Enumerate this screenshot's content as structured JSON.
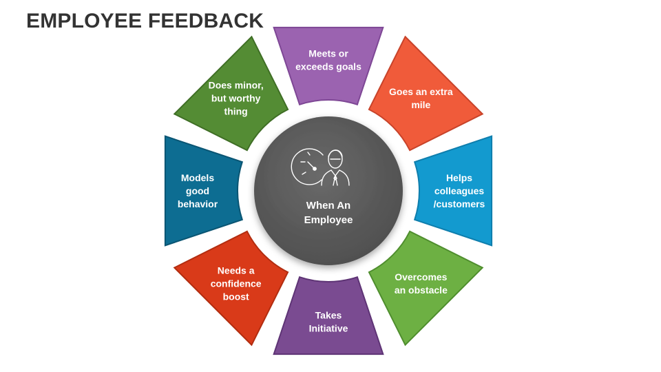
{
  "title": "EMPLOYEE FEEDBACK",
  "center": {
    "lines": [
      "When An",
      "Employee"
    ],
    "color": "#595959",
    "icon": "employee-clock-icon"
  },
  "segments": [
    {
      "id": "top",
      "lines": [
        "Meets or",
        "exceeds goals"
      ],
      "color": "#9B63B0",
      "edge": "#7E4795"
    },
    {
      "id": "top-right",
      "lines": [
        "Goes an extra",
        "mile"
      ],
      "color": "#F05B3A",
      "edge": "#C8432A"
    },
    {
      "id": "right",
      "lines": [
        "Helps",
        "colleagues",
        "/customers"
      ],
      "color": "#139ACF",
      "edge": "#0E7EAD"
    },
    {
      "id": "bottom-right",
      "lines": [
        "Overcomes",
        "an obstacle"
      ],
      "color": "#6DB043",
      "edge": "#4F8E2E"
    },
    {
      "id": "bottom",
      "lines": [
        "Takes",
        "Initiative"
      ],
      "color": "#7A4B91",
      "edge": "#5E3475"
    },
    {
      "id": "bottom-left",
      "lines": [
        "Needs a",
        "confidence",
        "boost"
      ],
      "color": "#D93A19",
      "edge": "#B22D10"
    },
    {
      "id": "left",
      "lines": [
        "Models",
        "good",
        "behavior"
      ],
      "color": "#0D6D92",
      "edge": "#0A5573"
    },
    {
      "id": "top-left",
      "lines": [
        "Does minor,",
        "but worthy",
        "thing"
      ],
      "color": "#548C34",
      "edge": "#3F6E25"
    }
  ]
}
